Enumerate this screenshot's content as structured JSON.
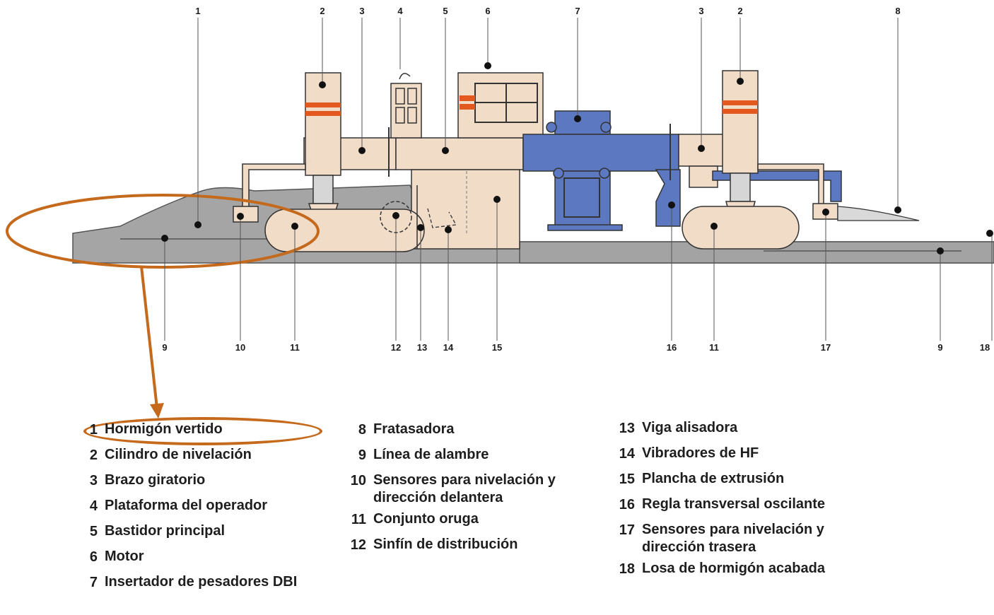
{
  "diagram": {
    "callouts_top": [
      "1",
      "2",
      "3",
      "4",
      "5",
      "6",
      "7",
      "3",
      "2",
      "8"
    ],
    "callouts_bottom": [
      "9",
      "10",
      "11",
      "12",
      "13",
      "14",
      "15",
      "16",
      "11",
      "17",
      "9",
      "18"
    ],
    "colors": {
      "machine_body": "#f1dcc8",
      "concrete": "#a5a5a5",
      "dowel_inserter": "#5b78c0",
      "cylinder_band": "#e2581f",
      "highlight": "#c56a1c"
    }
  },
  "legend": {
    "col1": [
      {
        "num": "1",
        "text": "Hormigón vertido"
      },
      {
        "num": "2",
        "text": "Cilindro de nivelación"
      },
      {
        "num": "3",
        "text": "Brazo giratorio"
      },
      {
        "num": "4",
        "text": "Plataforma del operador"
      },
      {
        "num": "5",
        "text": "Bastidor principal"
      },
      {
        "num": "6",
        "text": "Motor"
      },
      {
        "num": "7",
        "text": "Insertador de pesadores DBI"
      }
    ],
    "col2": [
      {
        "num": "8",
        "text": "Fratasadora"
      },
      {
        "num": "9",
        "text": "Línea de alambre"
      },
      {
        "num": "10",
        "text": "Sensores para nivelación y dirección delantera"
      },
      {
        "num": "11",
        "text": "Conjunto oruga"
      },
      {
        "num": "12",
        "text": "Sinfín de distribución"
      }
    ],
    "col3": [
      {
        "num": "13",
        "text": "Viga alisadora"
      },
      {
        "num": "14",
        "text": "Vibradores de HF"
      },
      {
        "num": "15",
        "text": "Plancha de extrusión"
      },
      {
        "num": "16",
        "text": "Regla transversal oscilante"
      },
      {
        "num": "17",
        "text": "Sensores para nivelación y dirección trasera"
      },
      {
        "num": "18",
        "text": "Losa de hormigón acabada"
      }
    ]
  }
}
